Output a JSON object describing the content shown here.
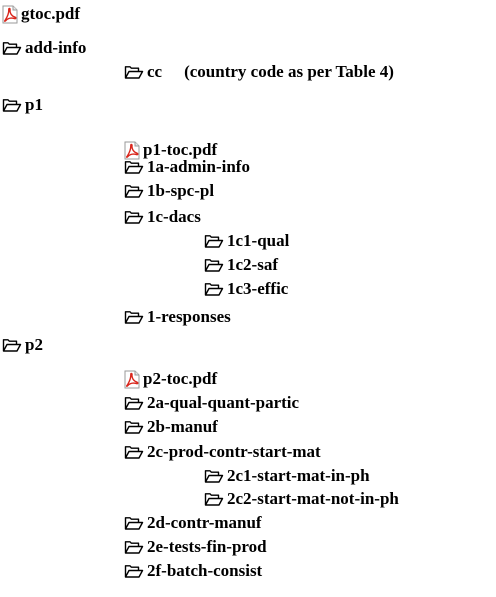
{
  "tree": [
    {
      "label": "gtoc.pdf",
      "icon": "pdf-icon"
    },
    {
      "label": "add-info",
      "icon": "folder-icon"
    },
    {
      "label": "cc",
      "icon": "folder-icon",
      "note": "(country code as per Table 4)"
    },
    {
      "label": "p1",
      "icon": "folder-icon"
    },
    {
      "label": "p1-toc.pdf",
      "icon": "pdf-icon"
    },
    {
      "label": "1a-admin-info",
      "icon": "folder-icon"
    },
    {
      "label": "1b-spc-pl",
      "icon": "folder-icon"
    },
    {
      "label": "1c-dacs",
      "icon": "folder-icon"
    },
    {
      "label": "1c1-qual",
      "icon": "folder-icon"
    },
    {
      "label": "1c2-saf",
      "icon": "folder-icon"
    },
    {
      "label": "1c3-effic",
      "icon": "folder-icon"
    },
    {
      "label": "1-responses",
      "icon": "folder-icon"
    },
    {
      "label": "p2",
      "icon": "folder-icon"
    },
    {
      "label": "p2-toc.pdf",
      "icon": "pdf-icon"
    },
    {
      "label": "2a-qual-quant-partic",
      "icon": "folder-icon"
    },
    {
      "label": "2b-manuf",
      "icon": "folder-icon"
    },
    {
      "label": "2c-prod-contr-start-mat",
      "icon": "folder-icon"
    },
    {
      "label": "2c1-start-mat-in-ph",
      "icon": "folder-icon"
    },
    {
      "label": "2c2-start-mat-not-in-ph",
      "icon": "folder-icon"
    },
    {
      "label": "2d-contr-manuf",
      "icon": "folder-icon"
    },
    {
      "label": "2e-tests-fin-prod",
      "icon": "folder-icon"
    },
    {
      "label": "2f-batch-consist",
      "icon": "folder-icon"
    }
  ],
  "colors": {
    "pdf_red": "#d9261c",
    "pdf_paper": "#ffffff",
    "text": "#000000"
  }
}
